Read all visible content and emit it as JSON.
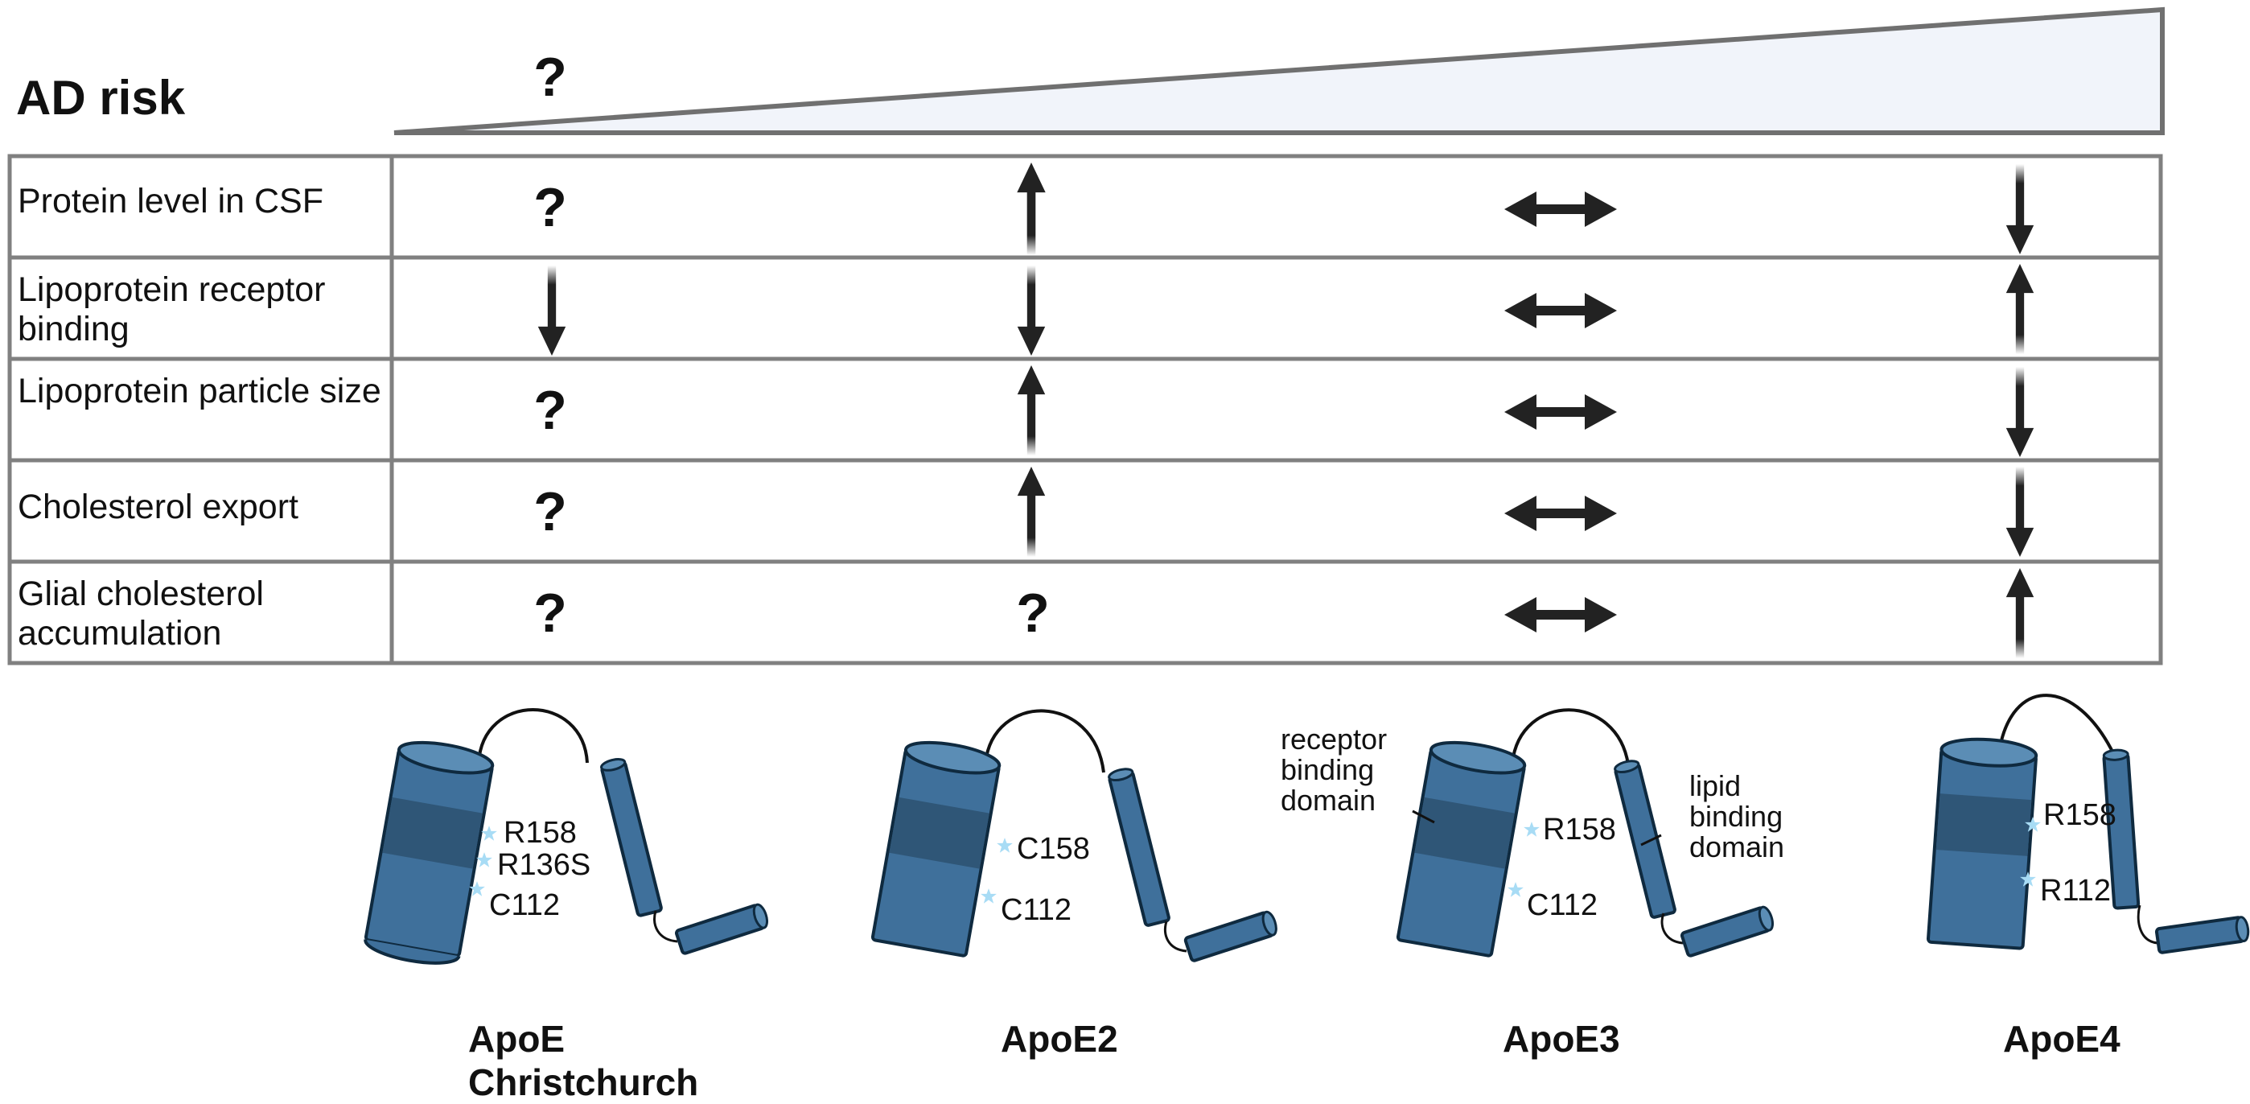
{
  "risk_label": "AD risk",
  "risk_unknown": "?",
  "rows": [
    "Protein level in CSF",
    "Lipoprotein receptor binding",
    "Lipoprotein particle size",
    "Cholesterol export",
    "Glial cholesterol accumulation"
  ],
  "variants": [
    "ApoE Christchurch",
    "ApoE2",
    "ApoE3",
    "ApoE4"
  ],
  "unknown_mark": "?",
  "effects": {
    "protein_level_in_csf": [
      "?",
      "up",
      "no-change",
      "down"
    ],
    "lipoprotein_receptor_binding": [
      "down",
      "down",
      "no-change",
      "up"
    ],
    "lipoprotein_particle_size": [
      "?",
      "up",
      "no-change",
      "down"
    ],
    "cholesterol_export": [
      "?",
      "up",
      "no-change",
      "down"
    ],
    "glial_cholesterol_accumulation": [
      "?",
      "?",
      "no-change",
      "up"
    ]
  },
  "structure_labels": {
    "christchurch": [
      "R158",
      "R136S",
      "C112"
    ],
    "apoe2": [
      "C158",
      "C112"
    ],
    "apoe3": [
      "R158",
      "C112"
    ],
    "apoe4": [
      "R158",
      "R112"
    ]
  },
  "domain_labels": {
    "receptor": "receptor binding domain",
    "lipid": "lipid binding domain"
  },
  "colors": {
    "protein_body": "#3f709b",
    "protein_band": "#2f5677",
    "protein_top": "#5b8db5",
    "outline": "#0f2a3f",
    "grid": "#808080",
    "wedge_fill": "#f1f4fa",
    "arrow": "#222222",
    "star": "#a8dcf5"
  }
}
